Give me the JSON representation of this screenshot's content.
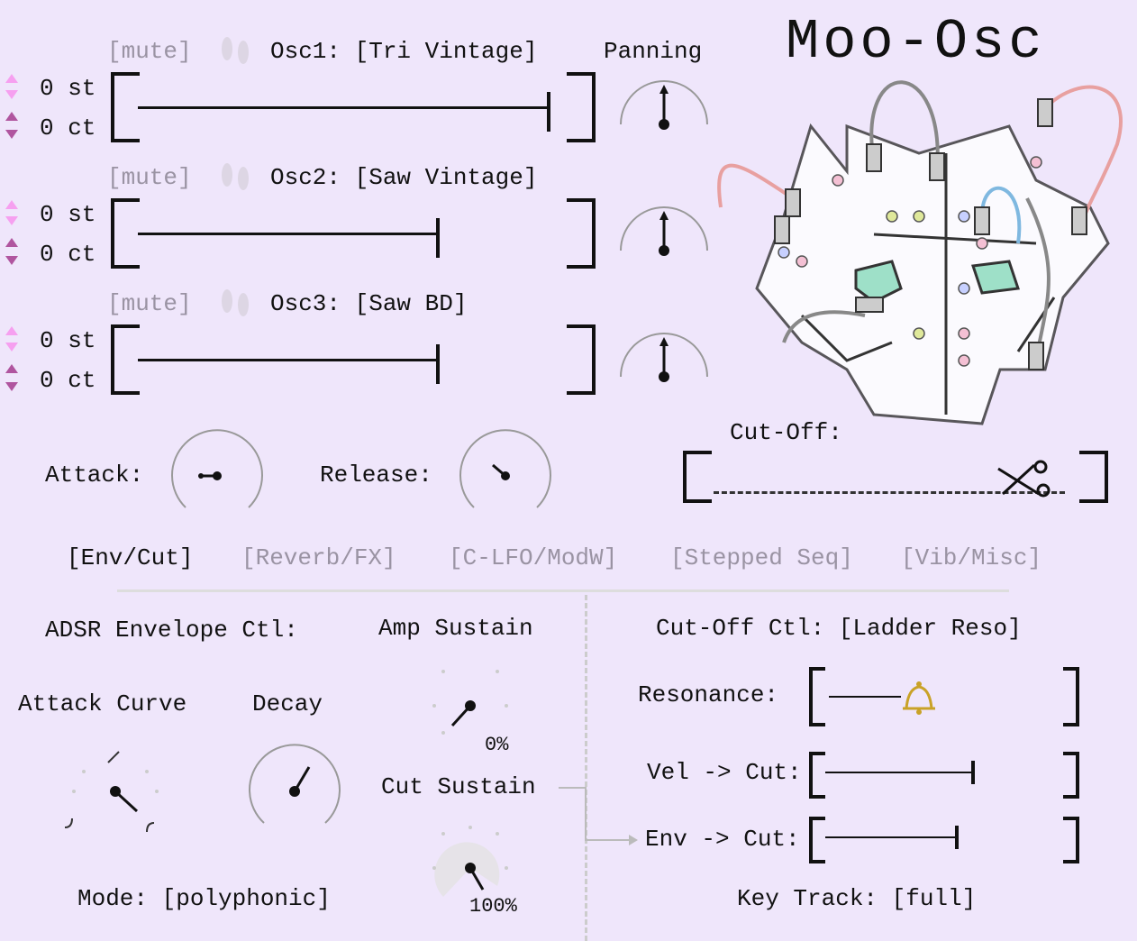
{
  "title": "Moo-Osc",
  "oscillators": [
    {
      "mute": "[mute]",
      "label": "Osc1: [Tri Vintage]",
      "semitones": "0 st",
      "cents": "0 ct",
      "level": 0.96,
      "pan": 0.5
    },
    {
      "mute": "[mute]",
      "label": "Osc2: [Saw Vintage]",
      "semitones": "0 st",
      "cents": "0 ct",
      "level": 0.7,
      "pan": 0.5
    },
    {
      "mute": "[mute]",
      "label": "Osc3: [Saw BD]",
      "semitones": "0 st",
      "cents": "0 ct",
      "level": 0.7,
      "pan": 0.5
    }
  ],
  "panning_label": "Panning",
  "attack_label": "Attack:",
  "release_label": "Release:",
  "cutoff_label": "Cut-Off:",
  "tabs": [
    "[Env/Cut]",
    "[Reverb/FX]",
    "[C-LFO/ModW]",
    "[Stepped Seq]",
    "[Vib/Misc]"
  ],
  "active_tab": 0,
  "env": {
    "heading": "ADSR Envelope Ctl:",
    "attack_curve": "Attack Curve",
    "decay": "Decay",
    "amp_sustain": "Amp Sustain",
    "amp_sustain_value": "0%",
    "cut_sustain": "Cut Sustain",
    "cut_sustain_value": "100%",
    "mode": "Mode: [polyphonic]"
  },
  "cut": {
    "heading": "Cut-Off Ctl: [Ladder Reso]",
    "resonance": "Resonance:",
    "vel_cut": "Vel -> Cut:",
    "env_cut": "Env -> Cut:",
    "key_track": "Key Track: [full]"
  },
  "colors": {
    "background": "#efe6fb",
    "arrow_up": "#f6a0f0",
    "arrow_down": "#b0559f",
    "muted": "#9a93a3"
  }
}
